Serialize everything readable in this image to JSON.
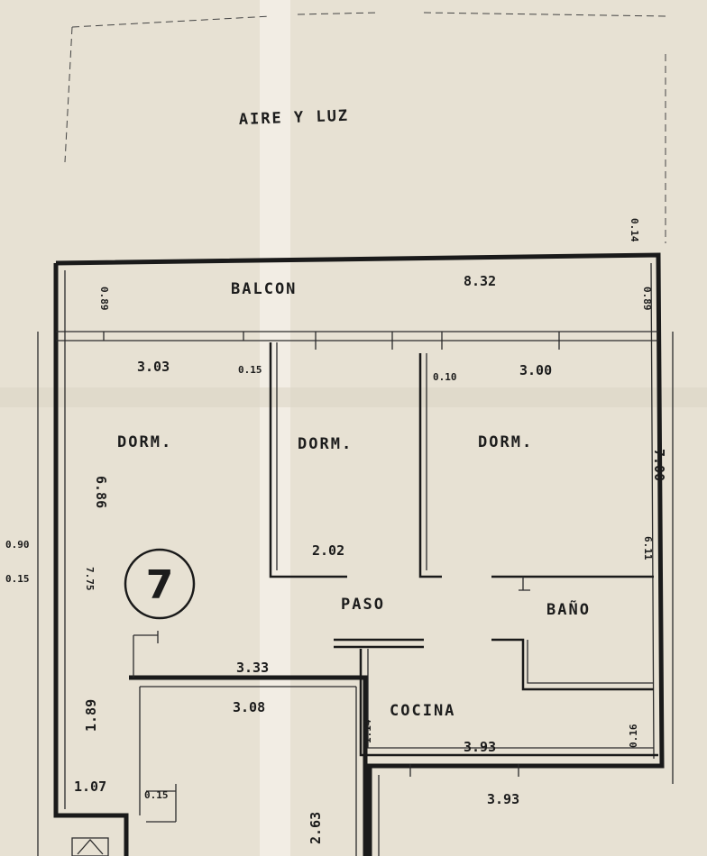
{
  "plan": {
    "top_label": "AIRE Y LUZ",
    "unit_number": "7",
    "rooms": {
      "balcon": "BALCON",
      "dorm_1": "DORM.",
      "dorm_2": "DORM.",
      "dorm_3": "DORM.",
      "paso": "PASO",
      "bano": "BAÑO",
      "cocina": "COCINA"
    },
    "dimensions": {
      "balcon_width": "8.32",
      "balcon_left": "0.89",
      "balcon_right": "0.89",
      "wall_top_right": "0.14",
      "dorm1_width": "3.03",
      "wall_015_a": "0.15",
      "wall_010": "0.10",
      "dorm3_width": "3.00",
      "left_686": "6.86",
      "right_700": "7.00",
      "left_775": "7.75",
      "right_611": "6.11",
      "paso_202": "2.02",
      "left_090": "0.90",
      "left_015": "0.15",
      "kitchen_333": "3.33",
      "kitchen_308": "3.08",
      "left_189": "1.89",
      "cocina_114": "1.14",
      "cocina_393": "3.93",
      "right_016": "0.16",
      "bottom_107": "1.07",
      "bottom_015": "0.15",
      "lower_393": "3.93",
      "bottom_263": "2.63"
    }
  }
}
